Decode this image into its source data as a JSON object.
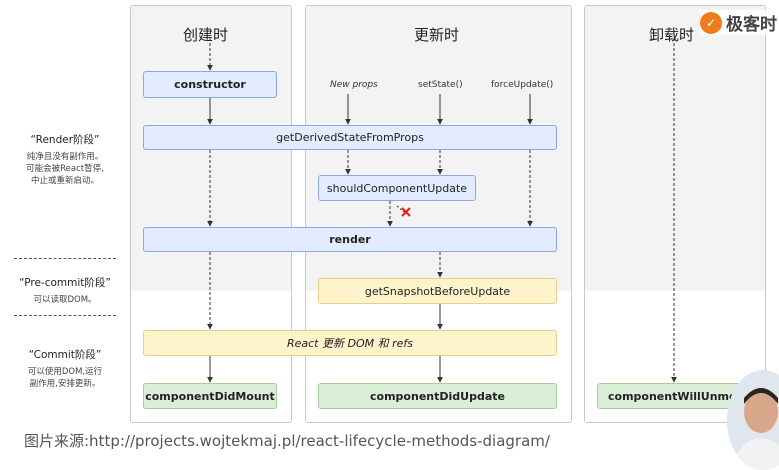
{
  "columns": {
    "mount": "创建时",
    "update": "更新时",
    "unmount": "卸载时"
  },
  "logo": {
    "text": "极客时",
    "icon": "geektime-logo-icon"
  },
  "phases": {
    "render": {
      "title": "“Render阶段”",
      "desc_lines": [
        "纯净且没有副作用。",
        "可能会被React暂停,",
        "中止或重新启动。"
      ]
    },
    "precommit": {
      "title": "“Pre-commit阶段”",
      "desc_lines": [
        "可以读取DOM。"
      ]
    },
    "commit": {
      "title": "“Commit阶段”",
      "desc_lines": [
        "可以使用DOM,运行",
        "副作用,安排更新。"
      ]
    }
  },
  "triggers": {
    "new_props": "New props",
    "set_state": "setState()",
    "force_update": "forceUpdate()"
  },
  "methods": {
    "constructor": "constructor",
    "get_derived": "getDerivedStateFromProps",
    "should_update": "shouldComponentUpdate",
    "render": "render",
    "snapshot": "getSnapshotBeforeUpdate",
    "react_update": "React 更新 DOM 和 refs",
    "did_mount": "componentDidMount",
    "did_update": "componentDidUpdate",
    "will_unmount": "componentWillUnmoun"
  },
  "caption": "图片来源:http://projects.wojtekmaj.pl/react-lifecycle-methods-diagram/",
  "colors": {
    "blue_box": "#e3ebff",
    "yellow_box": "#fff3cc",
    "green_box": "#dbeed7",
    "stop_mark": "#e02020",
    "logo_orange": "#f07b1c"
  }
}
